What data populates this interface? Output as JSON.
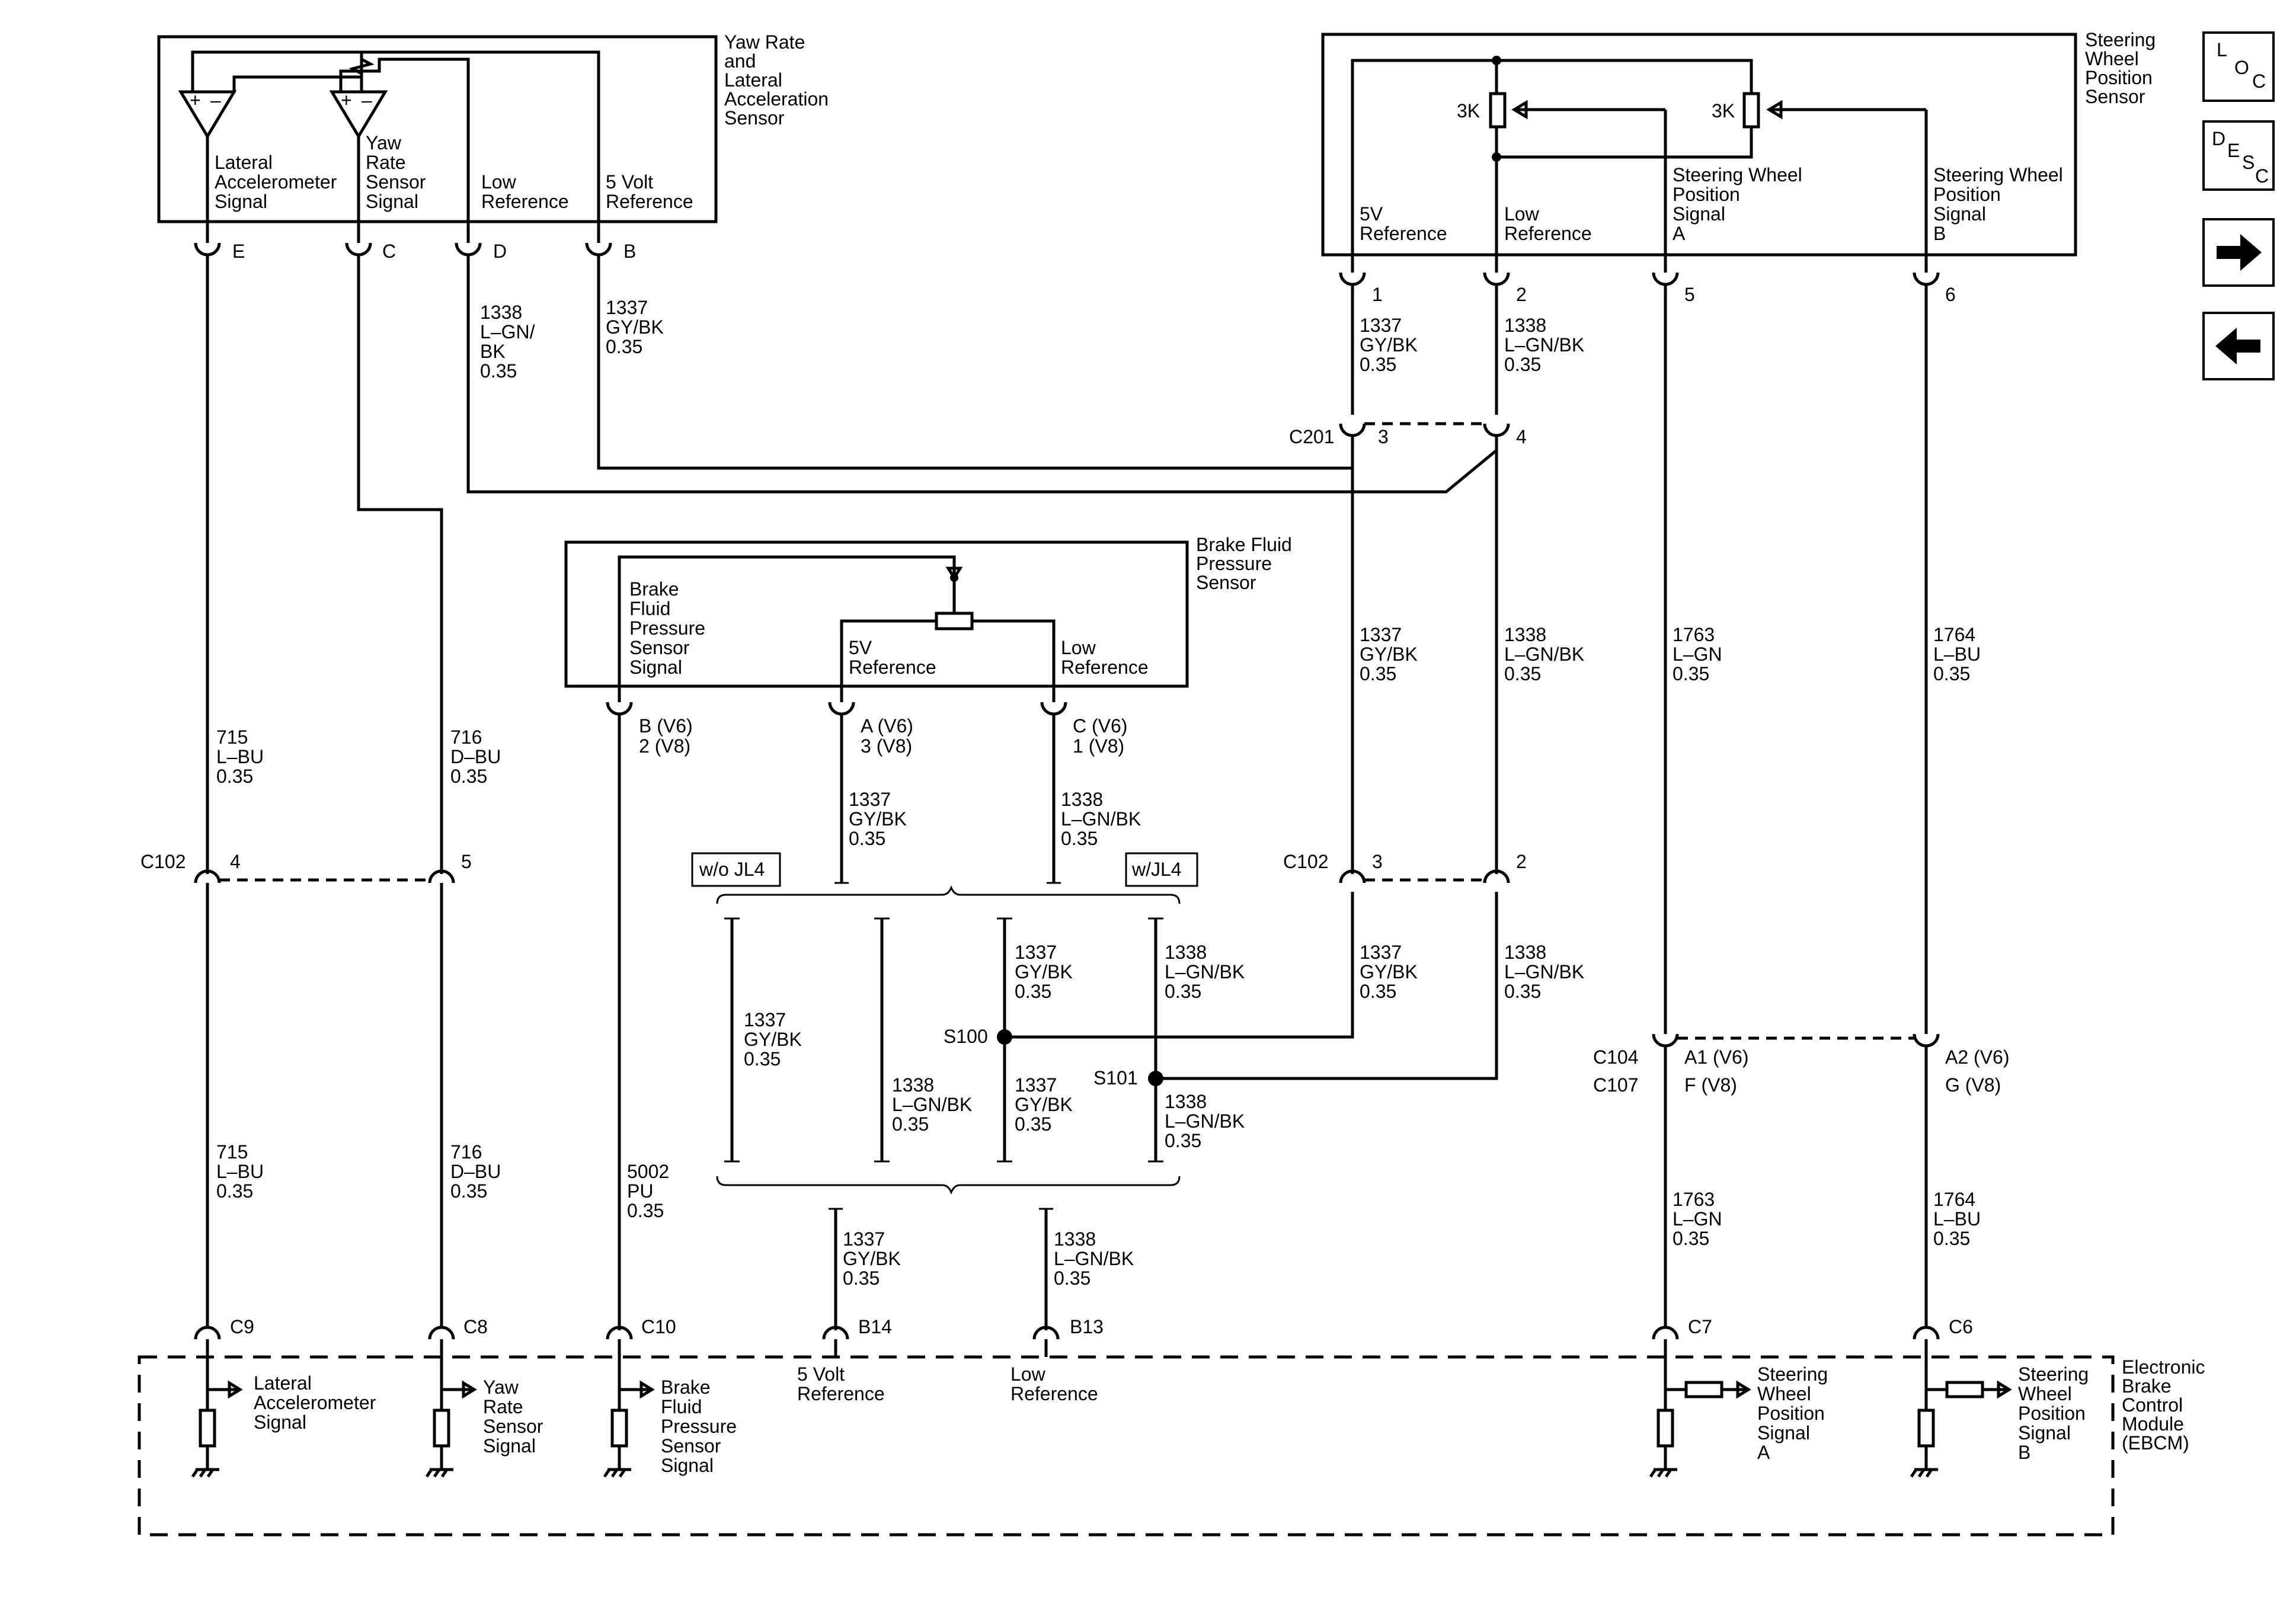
{
  "nav": {
    "loc": {
      "l1": "L",
      "l2": "O",
      "l3": "C"
    },
    "desc": {
      "l1": "D",
      "l2": "E",
      "l3": "S",
      "l4": "C"
    }
  },
  "yaw_sensor": {
    "title": [
      "Yaw Rate",
      "and",
      "Lateral",
      "Acceleration",
      "Sensor"
    ],
    "lat_signal": [
      "Lateral",
      "Accelerometer",
      "Signal"
    ],
    "yaw_signal": [
      "Yaw",
      "Rate",
      "Sensor",
      "Signal"
    ],
    "low_ref": [
      "Low",
      "Reference"
    ],
    "five_volt": [
      "5 Volt",
      "Reference"
    ],
    "pins": {
      "e": "E",
      "c": "C",
      "d": "D",
      "b": "B"
    },
    "opamp_plus": "+",
    "opamp_minus": "–"
  },
  "sw_sensor": {
    "title": [
      "Steering",
      "Wheel",
      "Position",
      "Sensor"
    ],
    "resistor1": "3K",
    "resistor2": "3K",
    "five_v": [
      "5V",
      "Reference"
    ],
    "low_ref": [
      "Low",
      "Reference"
    ],
    "sig_a": [
      "Steering Wheel",
      "Position",
      "Signal",
      "A"
    ],
    "sig_b": [
      "Steering Wheel",
      "Position",
      "Signal",
      "B"
    ],
    "pins": {
      "p1": "1",
      "p2": "2",
      "p5": "5",
      "p6": "6"
    }
  },
  "brake_sensor": {
    "title": [
      "Brake Fluid",
      "Pressure",
      "Sensor"
    ],
    "signal": [
      "Brake",
      "Fluid",
      "Pressure",
      "Sensor",
      "Signal"
    ],
    "five_v": [
      "5V",
      "Reference"
    ],
    "low_ref": [
      "Low",
      "Reference"
    ],
    "pin_b": [
      "B (V6)",
      "2 (V8)"
    ],
    "pin_a": [
      "A (V6)",
      "3 (V8)"
    ],
    "pin_c": [
      "C (V6)",
      "1 (V8)"
    ]
  },
  "wires": {
    "w1338_d": [
      "1338",
      "L–GN/",
      "BK",
      "0.35"
    ],
    "w1337_b": [
      "1337",
      "GY/BK",
      "0.35"
    ],
    "w1337_sw1": [
      "1337",
      "GY/BK",
      "0.35"
    ],
    "w1338_sw2": [
      "1338",
      "L–GN/BK",
      "0.35"
    ],
    "w1337_c201": [
      "1337",
      "GY/BK",
      "0.35"
    ],
    "w1338_c201": [
      "1338",
      "L–GN/BK",
      "0.35"
    ],
    "w1763_top": [
      "1763",
      "L–GN",
      "0.35"
    ],
    "w1764_top": [
      "1764",
      "L–BU",
      "0.35"
    ],
    "w715_top": [
      "715",
      "L–BU",
      "0.35"
    ],
    "w716_top": [
      "716",
      "D–BU",
      "0.35"
    ],
    "w1337_bp": [
      "1337",
      "GY/BK",
      "0.35"
    ],
    "w1338_bp": [
      "1338",
      "L–GN/BK",
      "0.35"
    ],
    "w1337_box_left": [
      "1337",
      "GY/BK",
      "0.35"
    ],
    "w1338_box_mid": [
      "1338",
      "L–GN/BK",
      "0.35"
    ],
    "w1337_s100_up": [
      "1337",
      "GY/BK",
      "0.35"
    ],
    "w1337_s100_dn": [
      "1337",
      "GY/BK",
      "0.35"
    ],
    "w1338_s101_up": [
      "1338",
      "L–GN/BK",
      "0.35"
    ],
    "w1338_s101_dn": [
      "1338",
      "L–GN/BK",
      "0.35"
    ],
    "w1337_c102": [
      "1337",
      "GY/BK",
      "0.35"
    ],
    "w1338_c102": [
      "1338",
      "L–GN/BK",
      "0.35"
    ],
    "w715_bot": [
      "715",
      "L–BU",
      "0.35"
    ],
    "w716_bot": [
      "716",
      "D–BU",
      "0.35"
    ],
    "w5002": [
      "5002",
      "PU",
      "0.35"
    ],
    "w1337_b14": [
      "1337",
      "GY/BK",
      "0.35"
    ],
    "w1338_b13": [
      "1338",
      "L–GN/BK",
      "0.35"
    ],
    "w1763_bot": [
      "1763",
      "L–GN",
      "0.35"
    ],
    "w1764_bot": [
      "1764",
      "L–BU",
      "0.35"
    ]
  },
  "connectors": {
    "c201": "C201",
    "c201_3": "3",
    "c201_4": "4",
    "c102_left": "C102",
    "c102_4": "4",
    "c102_5": "5",
    "c102_right": "C102",
    "c102_3": "3",
    "c102_2": "2",
    "c104": "C104",
    "c107": "C107",
    "a1": "A1 (V6)",
    "f": "F (V8)",
    "a2": "A2 (V6)",
    "g": "G (V8)",
    "s100": "S100",
    "s101": "S101",
    "wo_jl4": "w/o JL4",
    "w_jl4": "w/JL4",
    "c9": "C9",
    "c8": "C8",
    "c10": "C10",
    "b14": "B14",
    "b13": "B13",
    "c7": "C7",
    "c6": "C6"
  },
  "ebcm": {
    "title": [
      "Electronic",
      "Brake",
      "Control",
      "Module",
      "(EBCM)"
    ],
    "lat": [
      "Lateral",
      "Accelerometer",
      "Signal"
    ],
    "yaw": [
      "Yaw",
      "Rate",
      "Sensor",
      "Signal"
    ],
    "brake": [
      "Brake",
      "Fluid",
      "Pressure",
      "Sensor",
      "Signal"
    ],
    "five_volt": [
      "5 Volt",
      "Reference"
    ],
    "low_ref": [
      "Low",
      "Reference"
    ],
    "sw_a": [
      "Steering",
      "Wheel",
      "Position",
      "Signal",
      "A"
    ],
    "sw_b": [
      "Steering",
      "Wheel",
      "Position",
      "Signal",
      "B"
    ]
  }
}
